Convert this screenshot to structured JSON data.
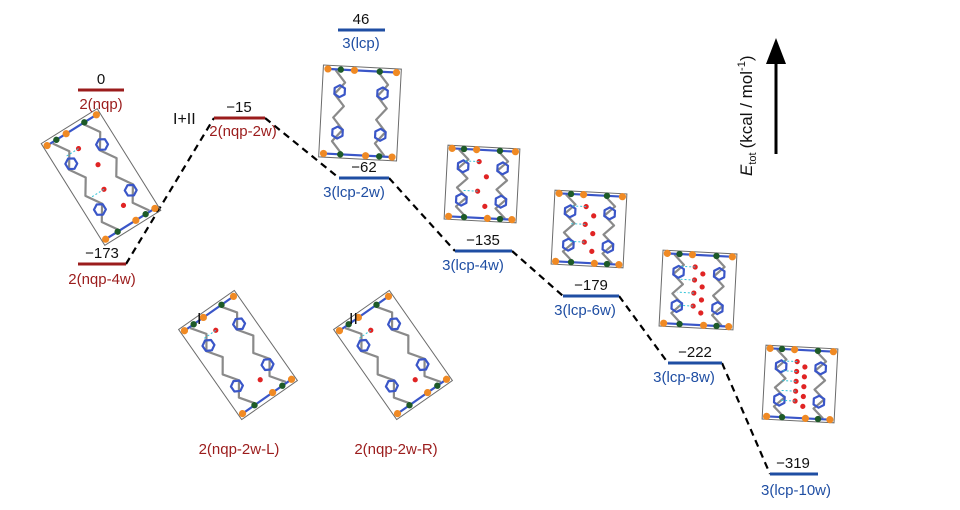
{
  "colors": {
    "nqp": "#9b1c1c",
    "lcp": "#1f4ea3",
    "connector": "#000000",
    "copper": "#f08a24",
    "chloride": "#1d5a28",
    "oxygen": "#e02424",
    "hydrogen_bond": "#33c4d8"
  },
  "axis": {
    "symbol": "E",
    "subscript": "tot",
    "units": "(kcal / mol",
    "units_sup": "-1",
    "units_close": ")"
  },
  "levels": [
    {
      "id": "nqp",
      "energy": 0,
      "value_label": "0",
      "label": "2(nqp)",
      "family": "nqp"
    },
    {
      "id": "nqp-2w",
      "energy": -15,
      "value_label": "−15",
      "label": "2(nqp-2w)",
      "family": "nqp",
      "prefix": "I+II"
    },
    {
      "id": "nqp-4w",
      "energy": -173,
      "value_label": "−173",
      "label": "2(nqp-4w)",
      "family": "nqp"
    },
    {
      "id": "lcp",
      "energy": 46,
      "value_label": "46",
      "label": "3(lcp)",
      "family": "lcp"
    },
    {
      "id": "lcp-2w",
      "energy": -62,
      "value_label": "−62",
      "label": "3(lcp-2w)",
      "family": "lcp"
    },
    {
      "id": "lcp-4w",
      "energy": -135,
      "value_label": "−135",
      "label": "3(lcp-4w)",
      "family": "lcp"
    },
    {
      "id": "lcp-6w",
      "energy": -179,
      "value_label": "−179",
      "label": "3(lcp-6w)",
      "family": "lcp"
    },
    {
      "id": "lcp-8w",
      "energy": -222,
      "value_label": "−222",
      "label": "3(lcp-8w)",
      "family": "lcp"
    },
    {
      "id": "lcp-10w",
      "energy": -319,
      "value_label": "−319",
      "label": "3(lcp-10w)",
      "family": "lcp"
    }
  ],
  "connections": [
    [
      "nqp-4w",
      "nqp-2w"
    ],
    [
      "nqp-2w",
      "lcp-2w"
    ],
    [
      "lcp-2w",
      "lcp-4w"
    ],
    [
      "lcp-4w",
      "lcp-6w"
    ],
    [
      "lcp-6w",
      "lcp-8w"
    ],
    [
      "lcp-8w",
      "lcp-10w"
    ]
  ],
  "isomers": [
    {
      "id": "I",
      "marker": "I",
      "label": "2(nqp-2w-L)"
    },
    {
      "id": "II",
      "marker": "II",
      "label": "2(nqp-2w-R)"
    }
  ],
  "structures": [
    {
      "id": "nqp-4w",
      "waters": 4
    },
    {
      "id": "lcp",
      "waters": 0
    },
    {
      "id": "lcp-4w",
      "waters": 4
    },
    {
      "id": "lcp-6w",
      "waters": 6
    },
    {
      "id": "lcp-8w",
      "waters": 8
    },
    {
      "id": "lcp-10w",
      "waters": 10
    },
    {
      "id": "isomer-I",
      "waters": 2
    },
    {
      "id": "isomer-II",
      "waters": 2
    }
  ]
}
